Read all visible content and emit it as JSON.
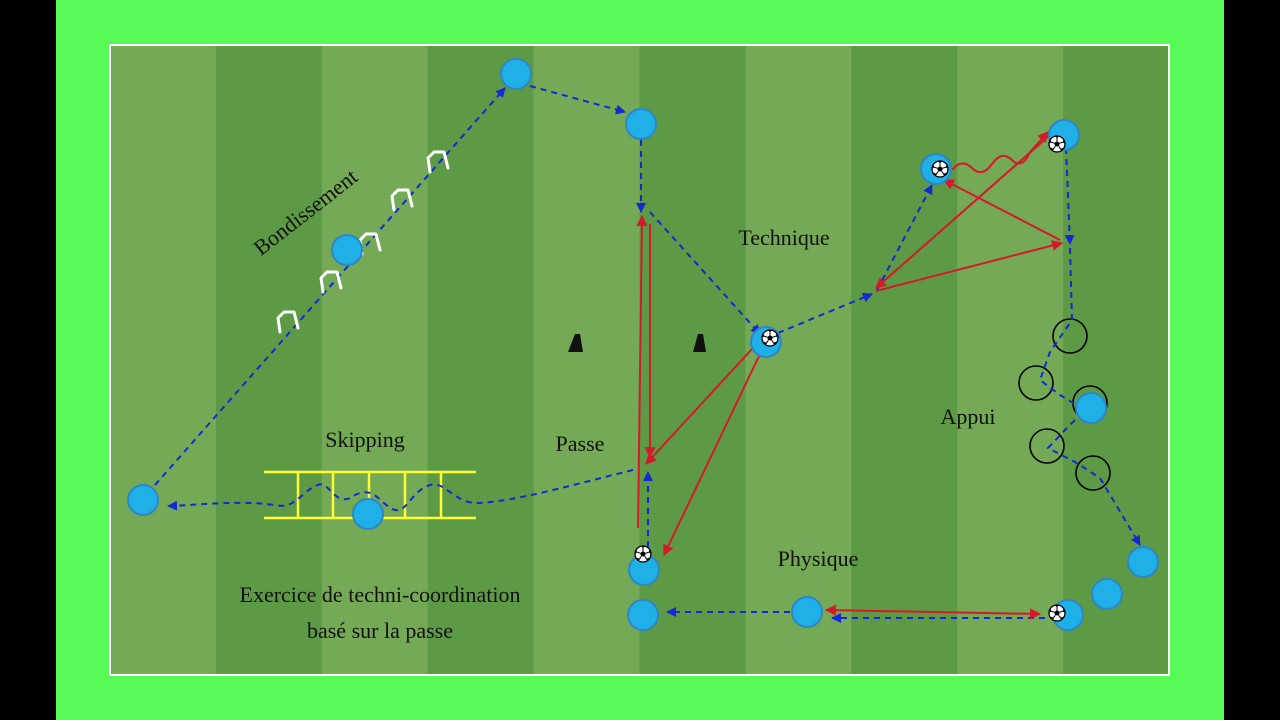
{
  "colors": {
    "outer_green": "#57FA57",
    "stripe_light": "#74A955",
    "stripe_dark": "#5D9A45",
    "player": "#1EB0E6",
    "player_stroke": "#2F86C5",
    "dash": "#1328D6",
    "pass": "#D5192A",
    "ladder": "#FFFF33"
  },
  "labels": {
    "bondissement": "Bondissement",
    "skipping": "Skipping",
    "passe": "Passe",
    "technique": "Technique",
    "appui": "Appui",
    "physique": "Physique",
    "caption_line1": "Exercice de techni-coordination",
    "caption_line2": "basé sur la passe"
  },
  "icons": {
    "player": "player-disc",
    "ball": "soccer-ball-icon",
    "cone": "cone-icon",
    "hurdle": "hurdle-icon",
    "ring": "agility-ring-icon",
    "ladder": "agility-ladder"
  }
}
